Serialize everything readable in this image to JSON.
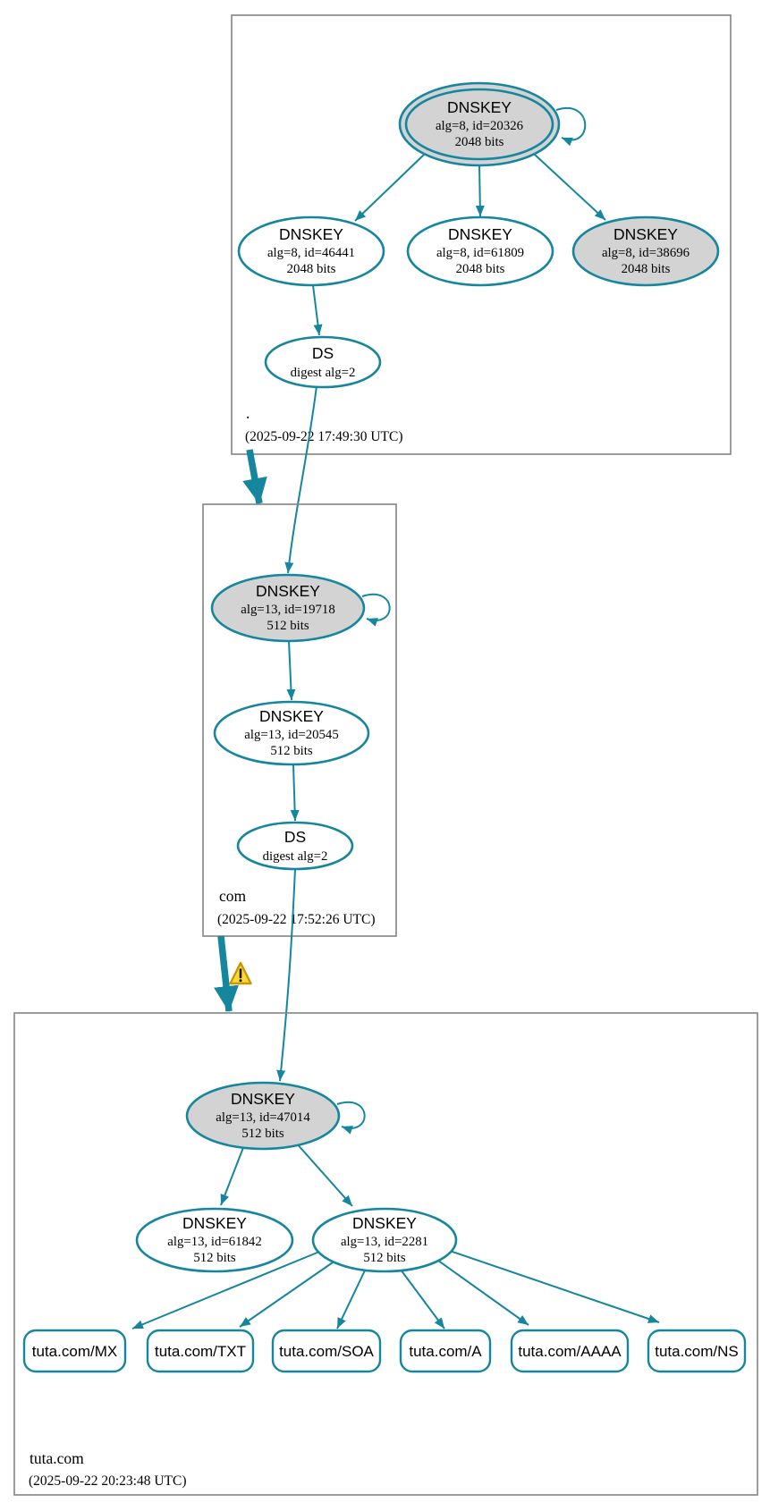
{
  "colors": {
    "edge_teal": "#15869d",
    "secure_node_fill": "#d3d3d3",
    "node_fill": "#ffffff",
    "box_border": "#848484",
    "warning_yellow": "#ffd93b",
    "warning_border": "#c99700",
    "text_color": "#000000"
  },
  "icons": {
    "warning": "warning-triangle"
  },
  "zones": {
    "root": {
      "label": ".",
      "timestamp": "(2025-09-22 17:49:30 UTC)",
      "nodes": {
        "ksk_20326": {
          "title": "DNSKEY",
          "detail": "alg=8, id=20326",
          "size": "2048 bits"
        },
        "zsk_46441": {
          "title": "DNSKEY",
          "detail": "alg=8, id=46441",
          "size": "2048 bits"
        },
        "zsk_61809": {
          "title": "DNSKEY",
          "detail": "alg=8, id=61809",
          "size": "2048 bits"
        },
        "ksk_38696": {
          "title": "DNSKEY",
          "detail": "alg=8, id=38696",
          "size": "2048 bits"
        },
        "ds": {
          "title": "DS",
          "detail": "digest alg=2"
        }
      }
    },
    "com": {
      "label": "com",
      "timestamp": "(2025-09-22 17:52:26 UTC)",
      "nodes": {
        "ksk_19718": {
          "title": "DNSKEY",
          "detail": "alg=13, id=19718",
          "size": "512 bits"
        },
        "zsk_20545": {
          "title": "DNSKEY",
          "detail": "alg=13, id=20545",
          "size": "512 bits"
        },
        "ds": {
          "title": "DS",
          "detail": "digest alg=2"
        }
      }
    },
    "tuta": {
      "label": "tuta.com",
      "timestamp": "(2025-09-22 20:23:48 UTC)",
      "nodes": {
        "ksk_47014": {
          "title": "DNSKEY",
          "detail": "alg=13, id=47014",
          "size": "512 bits"
        },
        "zsk_61842": {
          "title": "DNSKEY",
          "detail": "alg=13, id=61842",
          "size": "512 bits"
        },
        "zsk_2281": {
          "title": "DNSKEY",
          "detail": "alg=13, id=2281",
          "size": "512 bits"
        }
      },
      "rrsets": [
        {
          "label": "tuta.com/MX"
        },
        {
          "label": "tuta.com/TXT"
        },
        {
          "label": "tuta.com/SOA"
        },
        {
          "label": "tuta.com/A"
        },
        {
          "label": "tuta.com/AAAA"
        },
        {
          "label": "tuta.com/NS"
        }
      ]
    }
  }
}
